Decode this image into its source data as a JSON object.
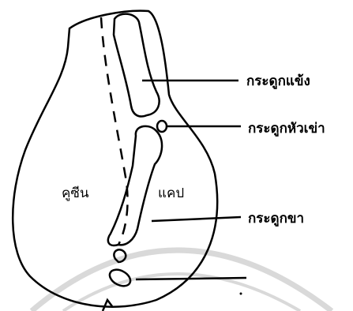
{
  "diagram": {
    "regions": {
      "left": "คูซีน",
      "right": "แคป"
    },
    "labels": [
      "กระดูกแข้ง",
      "กระดูกหัวเข่า",
      "กระดูกขา"
    ],
    "colors": {
      "stroke": "#000000",
      "background": "#ffffff",
      "watermark": "#d9d9d9"
    }
  }
}
